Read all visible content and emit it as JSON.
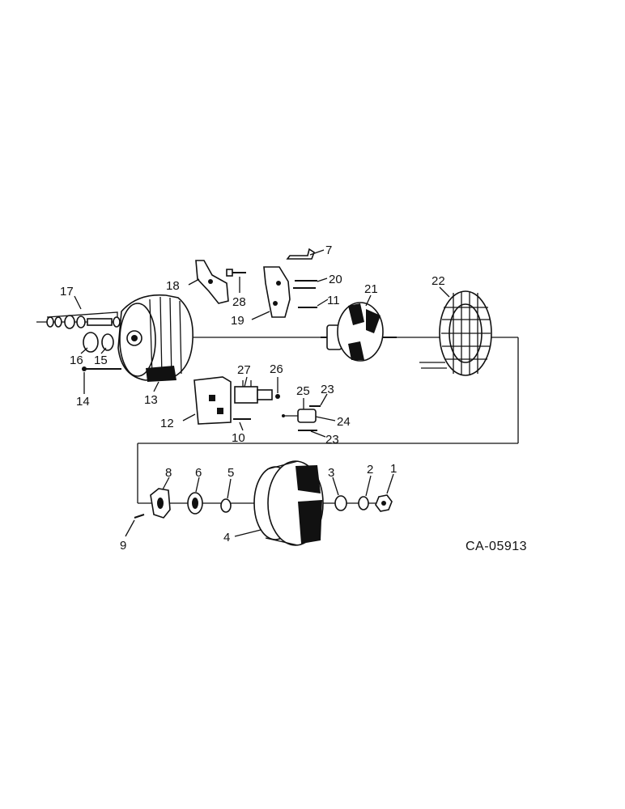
{
  "diagram_code": "CA-05913",
  "callouts": [
    {
      "id": "c1",
      "text": "1"
    },
    {
      "id": "c2",
      "text": "2"
    },
    {
      "id": "c3",
      "text": "3"
    },
    {
      "id": "c4",
      "text": "4"
    },
    {
      "id": "c5",
      "text": "5"
    },
    {
      "id": "c6",
      "text": "6"
    },
    {
      "id": "c7",
      "text": "7"
    },
    {
      "id": "c8",
      "text": "8"
    },
    {
      "id": "c9",
      "text": "9"
    },
    {
      "id": "c10",
      "text": "10"
    },
    {
      "id": "c11",
      "text": "11"
    },
    {
      "id": "c12",
      "text": "12"
    },
    {
      "id": "c13",
      "text": "13"
    },
    {
      "id": "c14",
      "text": "14"
    },
    {
      "id": "c15",
      "text": "15"
    },
    {
      "id": "c16",
      "text": "16"
    },
    {
      "id": "c17",
      "text": "17"
    },
    {
      "id": "c18",
      "text": "18"
    },
    {
      "id": "c19",
      "text": "19"
    },
    {
      "id": "c20",
      "text": "20"
    },
    {
      "id": "c21",
      "text": "21"
    },
    {
      "id": "c22",
      "text": "22"
    },
    {
      "id": "c23a",
      "text": "23"
    },
    {
      "id": "c23b",
      "text": "23"
    },
    {
      "id": "c24",
      "text": "24"
    },
    {
      "id": "c25",
      "text": "25"
    },
    {
      "id": "c26",
      "text": "26"
    },
    {
      "id": "c27",
      "text": "27"
    },
    {
      "id": "c28",
      "text": "28"
    }
  ]
}
